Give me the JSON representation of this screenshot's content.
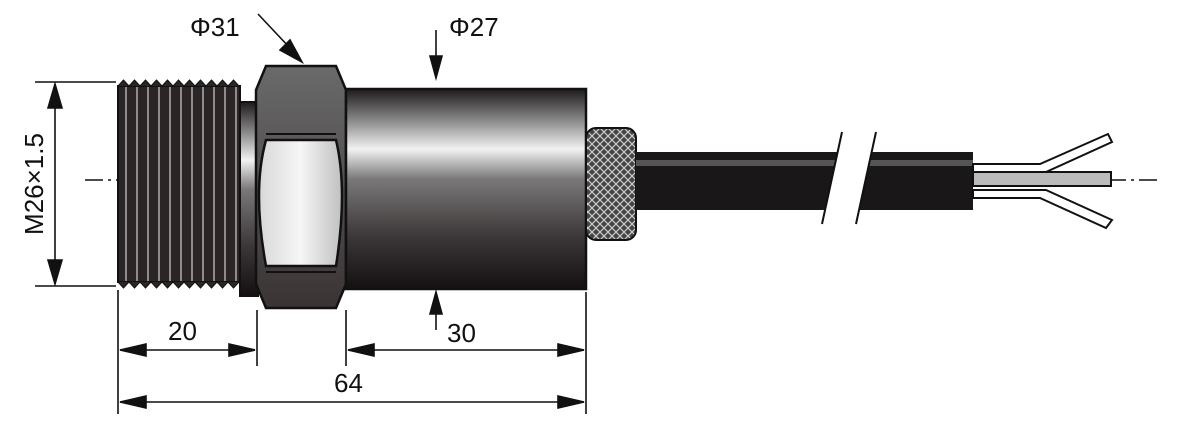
{
  "title": "Pressure transmitter dimensional drawing",
  "dimensions": {
    "thread": "M26×1.5",
    "hex_diameter": "Φ31",
    "body_diameter": "Φ27",
    "thread_length": "20",
    "body_length": "30",
    "total_length": "64"
  },
  "colors": {
    "line": "#111111",
    "metal_dark": "#2a2526",
    "metal_light": "#e8e8e8"
  }
}
